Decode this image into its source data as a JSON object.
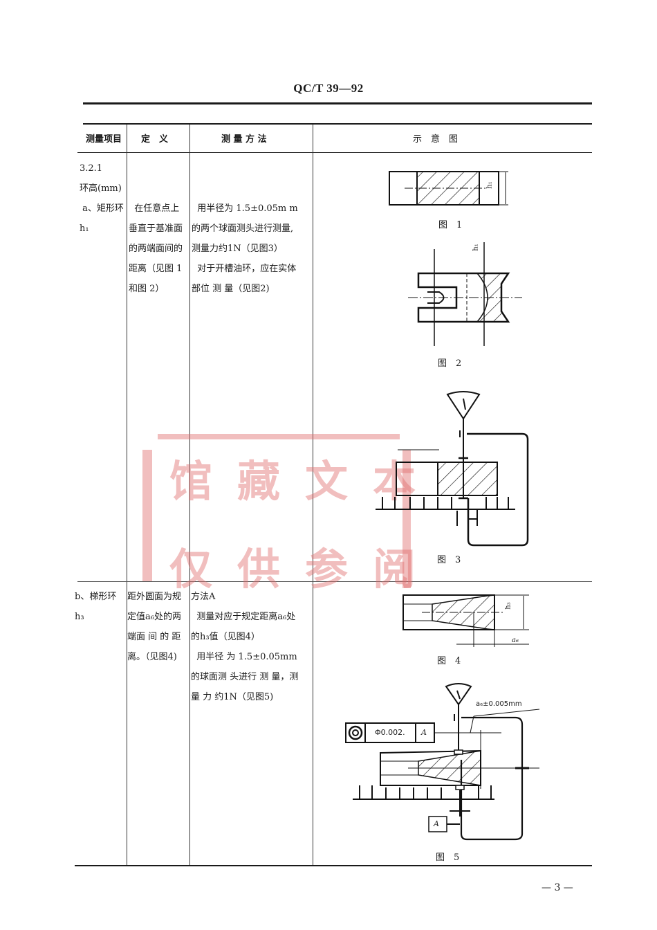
{
  "header": {
    "standard_code": "QC/T 39—92"
  },
  "table": {
    "columns": [
      "测量项目",
      "定　义",
      "测 量 方 法",
      "示　意　图"
    ],
    "sections": [
      {
        "item_lines": [
          "3.2.1",
          "环高(mm)",
          " a、矩形环",
          "h₁"
        ],
        "definition_lines": [
          "  在任意点上",
          "垂直于基准面",
          "的两端面间的",
          "距离（见图 1",
          "和图 2）"
        ],
        "method_lines": [
          "  用半径为 1.5±0.05m m",
          "的两个球面测头进行测量,",
          "测量力约1N（见图3）",
          "  对于开槽油环，应在实体",
          "部位 测 量（见图2)"
        ],
        "figures": [
          "图　1",
          "图　2",
          "图　3"
        ]
      },
      {
        "item_lines": [
          "b、梯形环",
          "h₃"
        ],
        "definition_lines": [
          "距外圆面为规",
          "定值a₆处的两",
          "端面 间 的 距",
          "离。（见图4)"
        ],
        "method_lines": [
          "方法A",
          "  测量对应于规定距离a₆处",
          "的h₃值（见图4）",
          "  用半径 为 1.5±0.05mm",
          "的球面测 头进行 测 量，测",
          "量 力 约1N（见图5)"
        ],
        "figures": [
          "图　4",
          "图　5"
        ]
      }
    ]
  },
  "figure_labels": {
    "fig1_dim": "h₁",
    "fig2_dim": "h₁",
    "fig4_dim_h": "h₃",
    "fig4_dim_a": "a₆",
    "fig5_tolerance": "a₆±0.005mm",
    "fig5_tolerance_frame": "Φ0.002.",
    "fig5_datum": "A",
    "fig5_datum_box": "A"
  },
  "watermark": {
    "line1": "馆藏文本",
    "line2": "仅供参阅"
  },
  "footer": {
    "page_number": "— 3 —"
  }
}
